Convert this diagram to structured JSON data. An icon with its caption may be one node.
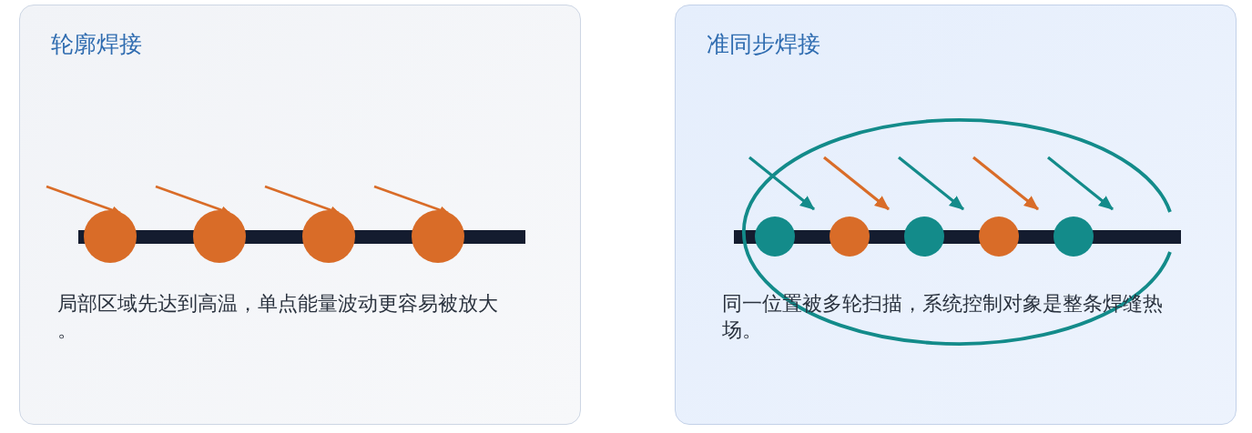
{
  "diagram": {
    "nodes": [
      {
        "text": [
          "轮廓焊接",
          "局部区域先达到高温，单点能量波动更容易被放大。"
        ]
      },
      {
        "text": [
          "准同步焊接",
          "同一位置被多轮扫描，系统控制对象是整条焊缝热场。"
        ]
      }
    ]
  }
}
